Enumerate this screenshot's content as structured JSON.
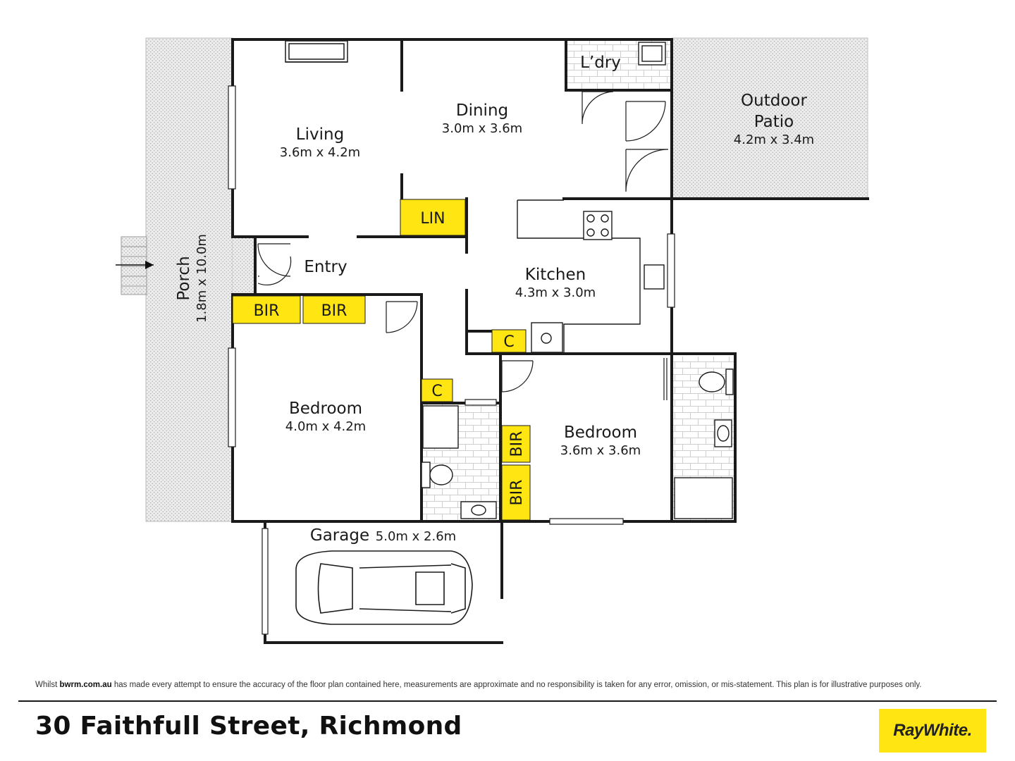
{
  "rooms": {
    "living": {
      "name": "Living",
      "dims": "3.6m x 4.2m"
    },
    "dining": {
      "name": "Dining",
      "dims": "3.0m x 3.6m"
    },
    "laundry": {
      "name": "L’dry"
    },
    "patio": {
      "name_line1": "Outdoor",
      "name_line2": "Patio",
      "dims": "4.2m x 3.4m"
    },
    "entry": {
      "name": "Entry"
    },
    "kitchen": {
      "name": "Kitchen",
      "dims": "4.3m x 3.0m"
    },
    "porch": {
      "name": "Porch",
      "dims": "1.8m x 10.0m"
    },
    "bedroom1": {
      "name": "Bedroom",
      "dims": "4.0m x 4.2m"
    },
    "bedroom2": {
      "name": "Bedroom",
      "dims": "3.6m x 3.6m"
    },
    "garage": {
      "name": "Garage",
      "dims": "5.0m x 2.6m"
    }
  },
  "storage_tags": {
    "lin": "LIN",
    "bir1": "BIR",
    "bir2": "BIR",
    "bir3": "BIR",
    "bir4": "BIR",
    "c1": "C",
    "c2": "C"
  },
  "footer": {
    "disclaimer_prefix": "Whilst ",
    "disclaimer_site": "bwrm.com.au",
    "disclaimer_rest": " has made every attempt to ensure the accuracy of the floor plan contained here, measurements are approximate and no responsibility is taken for any error, omission, or mis-statement. This plan is for illustrative purposes only.",
    "address": "30 Faithfull Street, Richmond",
    "brand": "RayWhite."
  },
  "colors": {
    "tag_yellow": "#ffe512",
    "wall": "#1a1a1a",
    "outdoor_fill": "#e4e4e4"
  }
}
